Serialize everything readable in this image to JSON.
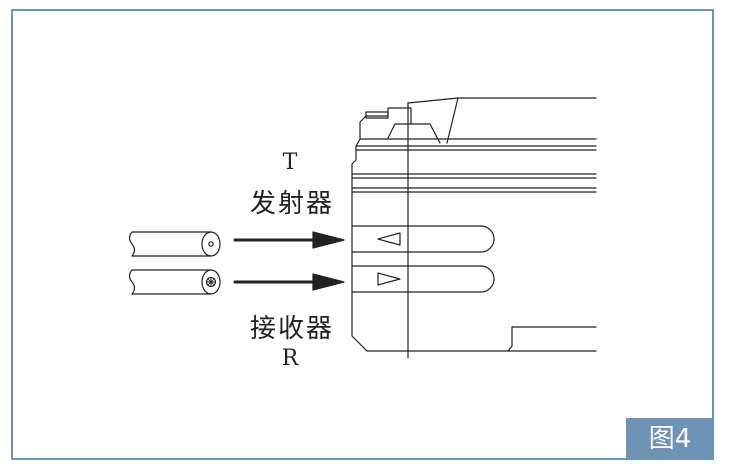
{
  "labels": {
    "transmitter_code": "T",
    "transmitter": "发射器",
    "receiver": "接收器",
    "receiver_code": "R"
  },
  "figure_tag": "图4",
  "colors": {
    "frame": "#6f93b6",
    "tag_bg": "#6f93b6",
    "tag_text": "#ffffff",
    "line": "#222222"
  }
}
